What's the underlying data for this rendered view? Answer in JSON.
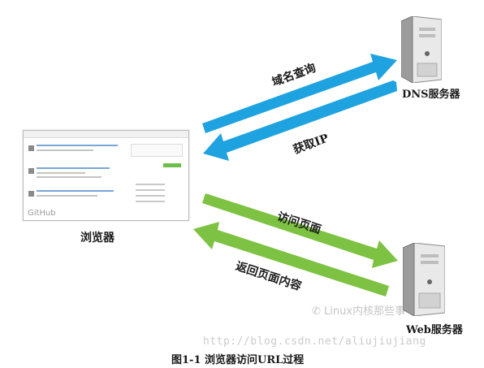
{
  "nodes": {
    "browser_label": "浏览器",
    "browser_brand": "GitHub",
    "dns_label": "DNS服务器",
    "web_label": "Web服务器"
  },
  "edges": {
    "dns_query": "域名查询",
    "get_ip": "获取IP",
    "visit_page": "访问页面",
    "return_content": "返回页面内容"
  },
  "caption": "图1-1 浏览器访问URL过程",
  "watermark": {
    "logo_text": "Linux内核那些事",
    "url": "http://blog.csdn.net/aliujiujiang"
  },
  "colors": {
    "blue_arrow": "#1fa3e0",
    "green_arrow": "#7dc242"
  },
  "icons": {
    "server": "server-tower-icon",
    "wechat": "wechat-icon"
  }
}
